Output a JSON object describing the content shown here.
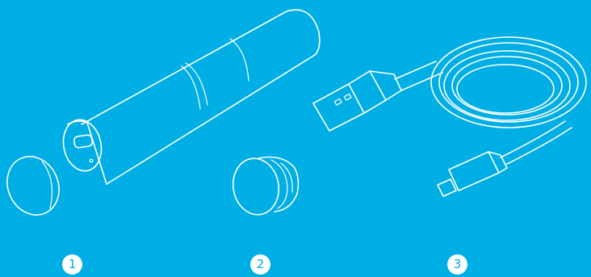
{
  "callouts": {
    "item1": "1",
    "item2": "2",
    "item3": "3"
  },
  "colors": {
    "background": "#00aee6",
    "line": "#ffffff",
    "badge_fill": "#ffffff",
    "badge_text": "#00aee6"
  },
  "icons": {
    "item1": [
      "charging-case-icon",
      "case-lid-icon"
    ],
    "item2": "silicone-ear-tip-icon",
    "item3": "usb-to-micro-usb-cable-icon"
  }
}
